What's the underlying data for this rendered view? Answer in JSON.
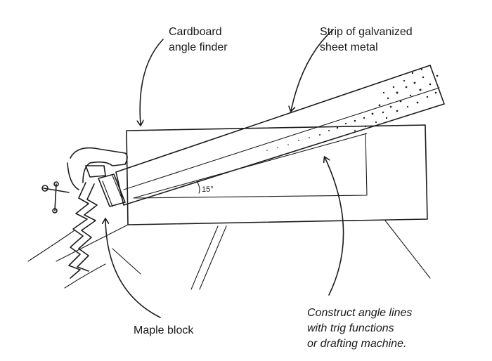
{
  "labels": {
    "cardboard_line1": "Cardboard",
    "cardboard_line2": "angle finder",
    "strip_line1": "Strip of galvanized",
    "strip_line2": "sheet metal",
    "maple": "Maple block",
    "construct_line1": "Construct angle lines",
    "construct_line2": "with trig functions",
    "construct_line3": "or drafting machine.",
    "angle": "15°"
  }
}
